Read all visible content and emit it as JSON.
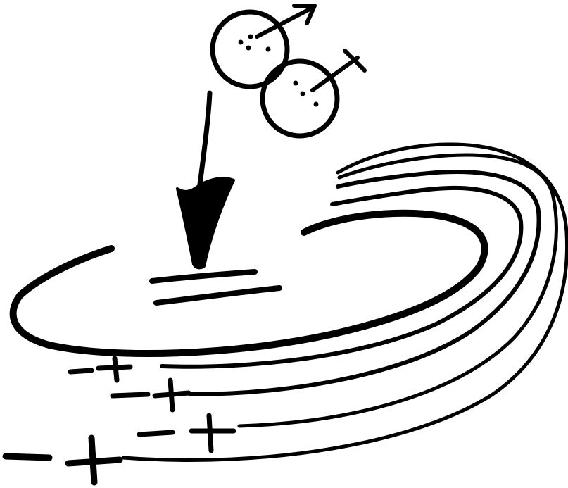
{
  "diagram": {
    "ink_color": "#000000",
    "background_color": "#ffffff",
    "particles": [
      {
        "name": "particle-upper",
        "dot_count": 4,
        "symbol": "male-symbol-arrow"
      },
      {
        "name": "particle-lower",
        "dot_count": 3,
        "symbol": "cross-symbol"
      }
    ],
    "arrow": {
      "direction": "down",
      "icon": "large-down-arrow-icon"
    },
    "marks": {
      "equals_sign": "="
    },
    "charges": [
      {
        "sign": "−",
        "kind": "negative"
      },
      {
        "sign": "+",
        "kind": "positive"
      },
      {
        "sign": "−",
        "kind": "negative"
      },
      {
        "sign": "+",
        "kind": "positive"
      },
      {
        "sign": "−",
        "kind": "negative"
      },
      {
        "sign": "+",
        "kind": "positive"
      },
      {
        "sign": "−",
        "kind": "negative"
      },
      {
        "sign": "+",
        "kind": "positive"
      }
    ],
    "swirl_line_count": 5
  }
}
